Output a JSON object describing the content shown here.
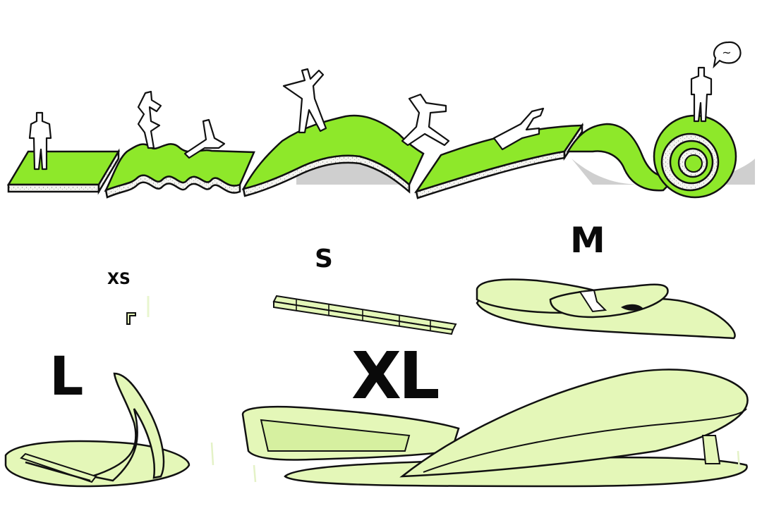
{
  "labels": {
    "xs": "XS",
    "s": "S",
    "m": "M",
    "l": "L",
    "xl": "XL"
  },
  "speech_bubble": "~",
  "colors": {
    "grass": "#8ee82a",
    "pale_green": "#e4f7b8",
    "soil": "#f4f4f0",
    "shadow": "#c8c8c8",
    "ink": "#111111"
  }
}
